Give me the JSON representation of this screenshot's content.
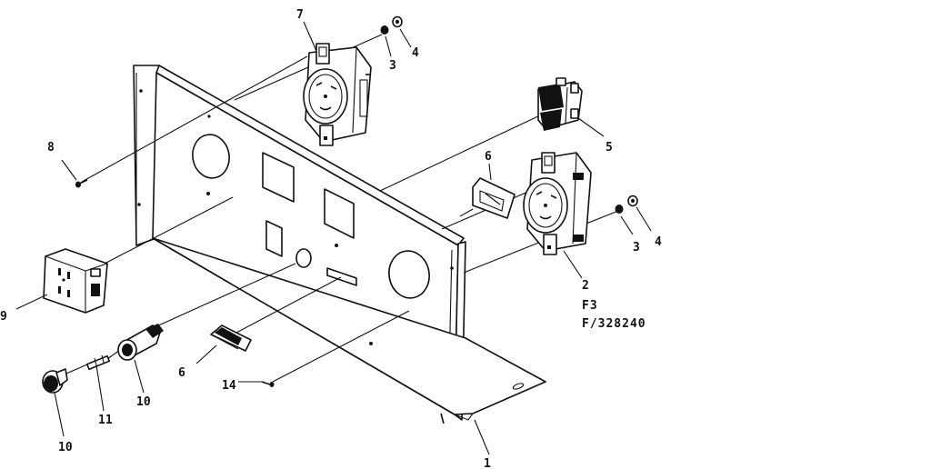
{
  "diagram": {
    "callouts": {
      "panel": "1",
      "outlet_right": "2",
      "washer_top": "3",
      "nut_top": "4",
      "washer_right": "3",
      "nut_right": "4",
      "switch": "5",
      "bracket_top": "6",
      "bracket_bottom": "6",
      "outlet_top": "7",
      "screw_left": "8",
      "duplex_outlet": "9",
      "fuse_holder": "10",
      "fuse_cap": "10",
      "fuse": "11",
      "screw_bottom": "14"
    },
    "part_note_1": "F3",
    "part_note_2": "F/328240"
  }
}
